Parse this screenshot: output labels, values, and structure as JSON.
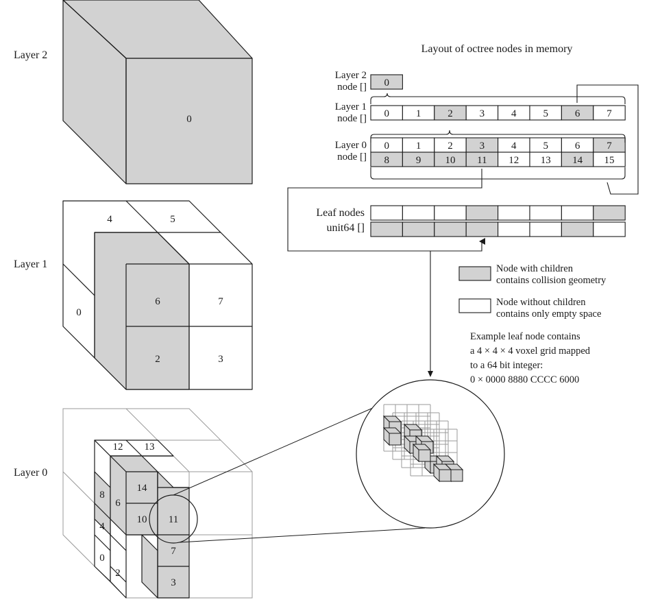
{
  "colors": {
    "filled": "#d2d2d2",
    "empty": "#ffffff",
    "stroke": "#1a1a1a",
    "ghost": "#9a9a9a"
  },
  "labels": {
    "layer2": "Layer 2",
    "layer1": "Layer 1",
    "layer0": "Layer 0"
  },
  "cube2": {
    "node": "0"
  },
  "cube1": {
    "nodes": [
      "4",
      "5",
      "6",
      "7",
      "0",
      "2",
      "3"
    ]
  },
  "cube0": {
    "nodes": [
      "12",
      "13",
      "14",
      "8",
      "10",
      "11",
      "4",
      "6",
      "7",
      "0",
      "2",
      "3"
    ]
  },
  "memory": {
    "title": "Layout of octree nodes in memory",
    "layer2_label": [
      "Layer 2",
      "node []"
    ],
    "layer1_label": [
      "Layer 1",
      "node []"
    ],
    "layer0_label": [
      "Layer 0",
      "node []"
    ],
    "leaf_label": [
      "Leaf nodes",
      "unit64 []"
    ],
    "layer2_cells": [
      "0"
    ],
    "layer2_filled": [
      true
    ],
    "layer1_cells": [
      "0",
      "1",
      "2",
      "3",
      "4",
      "5",
      "6",
      "7"
    ],
    "layer1_filled": [
      false,
      false,
      true,
      false,
      false,
      false,
      true,
      false
    ],
    "layer0_row1": [
      "0",
      "1",
      "2",
      "3",
      "4",
      "5",
      "6",
      "7"
    ],
    "layer0_row1_filled": [
      false,
      false,
      false,
      true,
      false,
      false,
      false,
      true
    ],
    "layer0_row2": [
      "8",
      "9",
      "10",
      "11",
      "12",
      "13",
      "14",
      "15"
    ],
    "layer0_row2_filled": [
      true,
      true,
      true,
      true,
      false,
      false,
      true,
      false
    ],
    "leaf_row1_filled": [
      false,
      false,
      false,
      true,
      false,
      false,
      false,
      true
    ],
    "leaf_row2_filled": [
      true,
      true,
      true,
      true,
      false,
      false,
      true,
      false
    ]
  },
  "legend": {
    "filled_text": [
      "Node with children",
      "contains collision geometry"
    ],
    "empty_text": [
      "Node without children",
      "contains only empty space"
    ]
  },
  "example": {
    "lines": [
      "Example leaf node contains",
      "a 4 × 4 × 4 voxel grid mapped",
      "to a 64 bit integer:",
      "0 × 0000 8880 CCCC 6000"
    ]
  }
}
